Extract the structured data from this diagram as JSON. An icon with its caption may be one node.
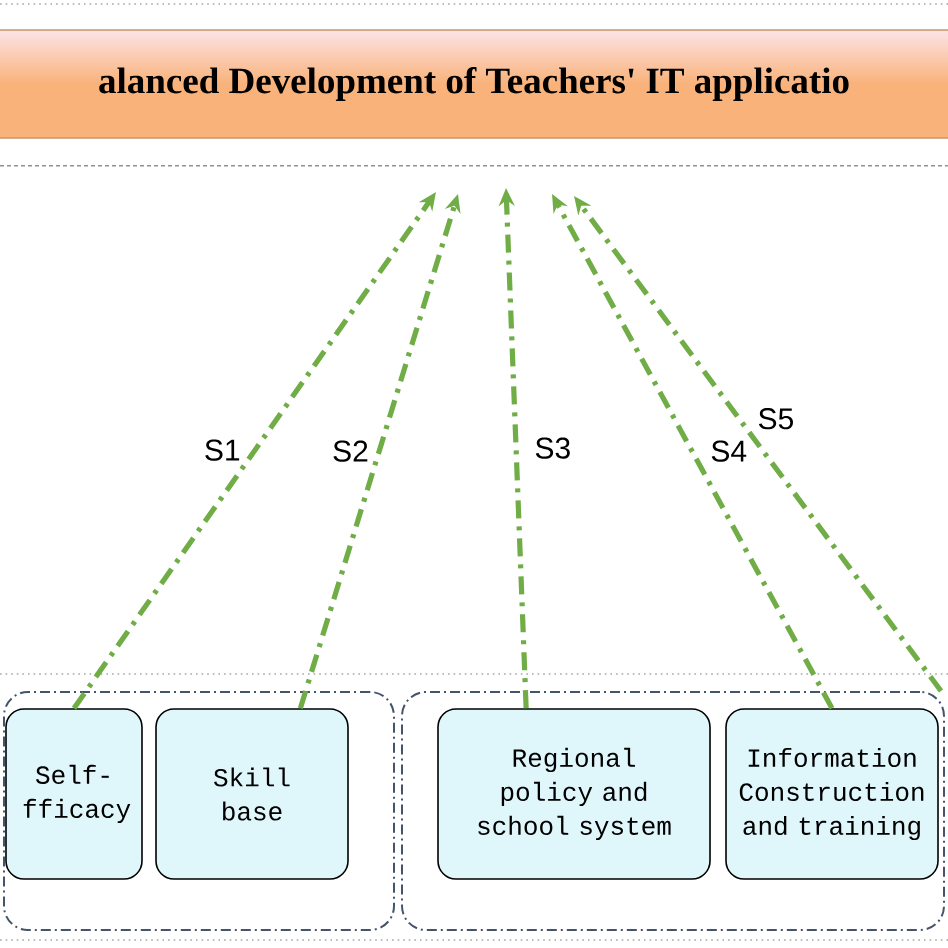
{
  "diagram": {
    "nodes": [
      {
        "text": [
          "alanced Development of Teachers' IT applicatio"
        ]
      },
      {
        "text": [],
        "shape": "box"
      },
      {
        "text": [
          "Self- fficacy"
        ],
        "in": 1
      },
      {
        "text": [
          "Skill base"
        ],
        "in": 1
      },
      {
        "text": [],
        "shape": "box"
      },
      {
        "text": [
          "Regional policy and school system"
        ],
        "in": 4
      },
      {
        "text": [
          "Information Construction and training"
        ],
        "in": 4
      }
    ],
    "edges": [
      {
        "from": 2,
        "to": null,
        "arrow": "to",
        "label": "S1"
      },
      {
        "from": 3,
        "to": null,
        "arrow": "to",
        "label": "S2"
      },
      {
        "from": 5,
        "to": null,
        "arrow": "to",
        "label": "S3"
      },
      {
        "from": 6,
        "to": null,
        "arrow": "to",
        "label": "S4"
      },
      {
        "from": 4,
        "to": null,
        "arrow": "to",
        "label": "S5"
      }
    ]
  }
}
